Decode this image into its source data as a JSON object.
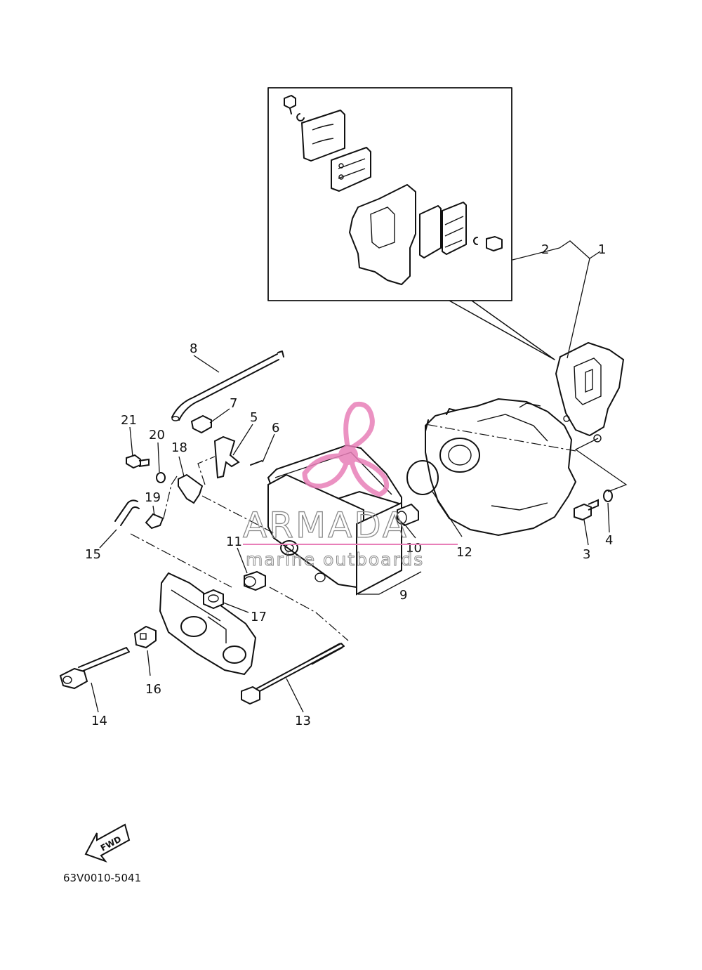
{
  "diagram": {
    "part_code": "63V0010-5041",
    "direction_label": "FWD",
    "callouts": [
      "1",
      "2",
      "3",
      "4",
      "5",
      "6",
      "7",
      "8",
      "9",
      "10",
      "11",
      "12",
      "13",
      "14",
      "15",
      "16",
      "17",
      "18",
      "19",
      "20",
      "21"
    ]
  },
  "watermark": {
    "brand": "ARMADA",
    "tagline": "marine outboards",
    "logo_color": "#e87fb8",
    "line_color": "#e87fb8"
  }
}
